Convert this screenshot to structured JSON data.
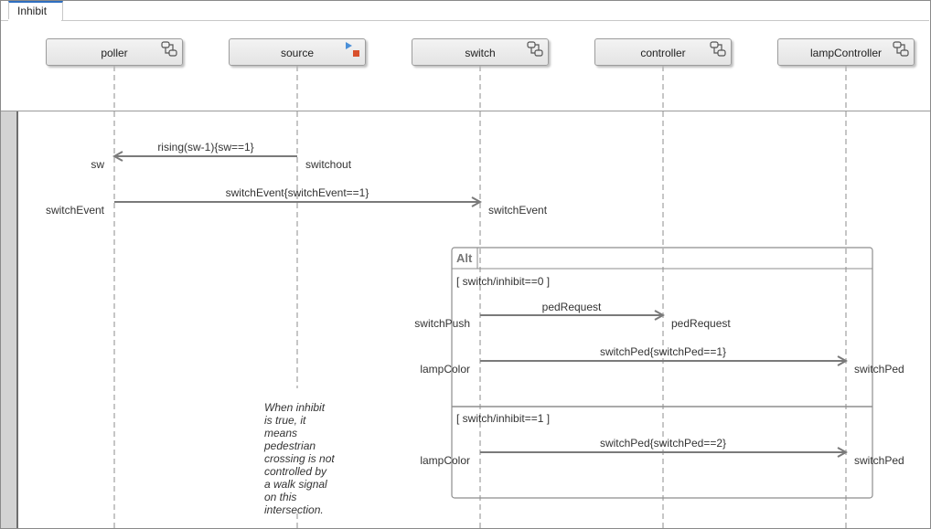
{
  "tab": {
    "label": "Inhibit"
  },
  "lifelines": [
    {
      "name": "poller",
      "icon": "chart-icon"
    },
    {
      "name": "source",
      "icon": "source-block-icon"
    },
    {
      "name": "switch",
      "icon": "chart-icon"
    },
    {
      "name": "controller",
      "icon": "chart-icon"
    },
    {
      "name": "lampController",
      "icon": "chart-icon"
    }
  ],
  "messages": [
    {
      "label": "rising(sw-1){sw==1}",
      "from": "source",
      "to": "poller",
      "src_port": "switchout",
      "dst_port": "sw"
    },
    {
      "label": "switchEvent{switchEvent==1}",
      "from": "poller",
      "to": "switch",
      "src_port": "switchEvent",
      "dst_port": "switchEvent"
    }
  ],
  "fragment": {
    "kind": "Alt",
    "operands": [
      {
        "guard": "[ switch/inhibit==0 ]",
        "messages": [
          {
            "label": "pedRequest",
            "from": "switch",
            "to": "controller",
            "src_port": "switchPush",
            "dst_port": "pedRequest"
          },
          {
            "label": "switchPed{switchPed==1}",
            "from": "switch",
            "to": "lampController",
            "src_port": "lampColor",
            "dst_port": "switchPed"
          }
        ]
      },
      {
        "guard": "[ switch/inhibit==1 ]",
        "messages": [
          {
            "label": "switchPed{switchPed==2}",
            "from": "switch",
            "to": "lampController",
            "src_port": "lampColor",
            "dst_port": "switchPed"
          }
        ]
      }
    ]
  },
  "annotation": "When inhibit\nis true, it\nmeans\npedestrian\ncrossing is not\ncontrolled by\na walk signal\non this\nintersection.",
  "colors": {
    "line": "#7a7a7a",
    "lifeline_dash": "#b4b4b4",
    "tab_accent": "#2f6fc0",
    "source_icon_blue": "#4a8fd8",
    "source_icon_red": "#d9502c"
  }
}
